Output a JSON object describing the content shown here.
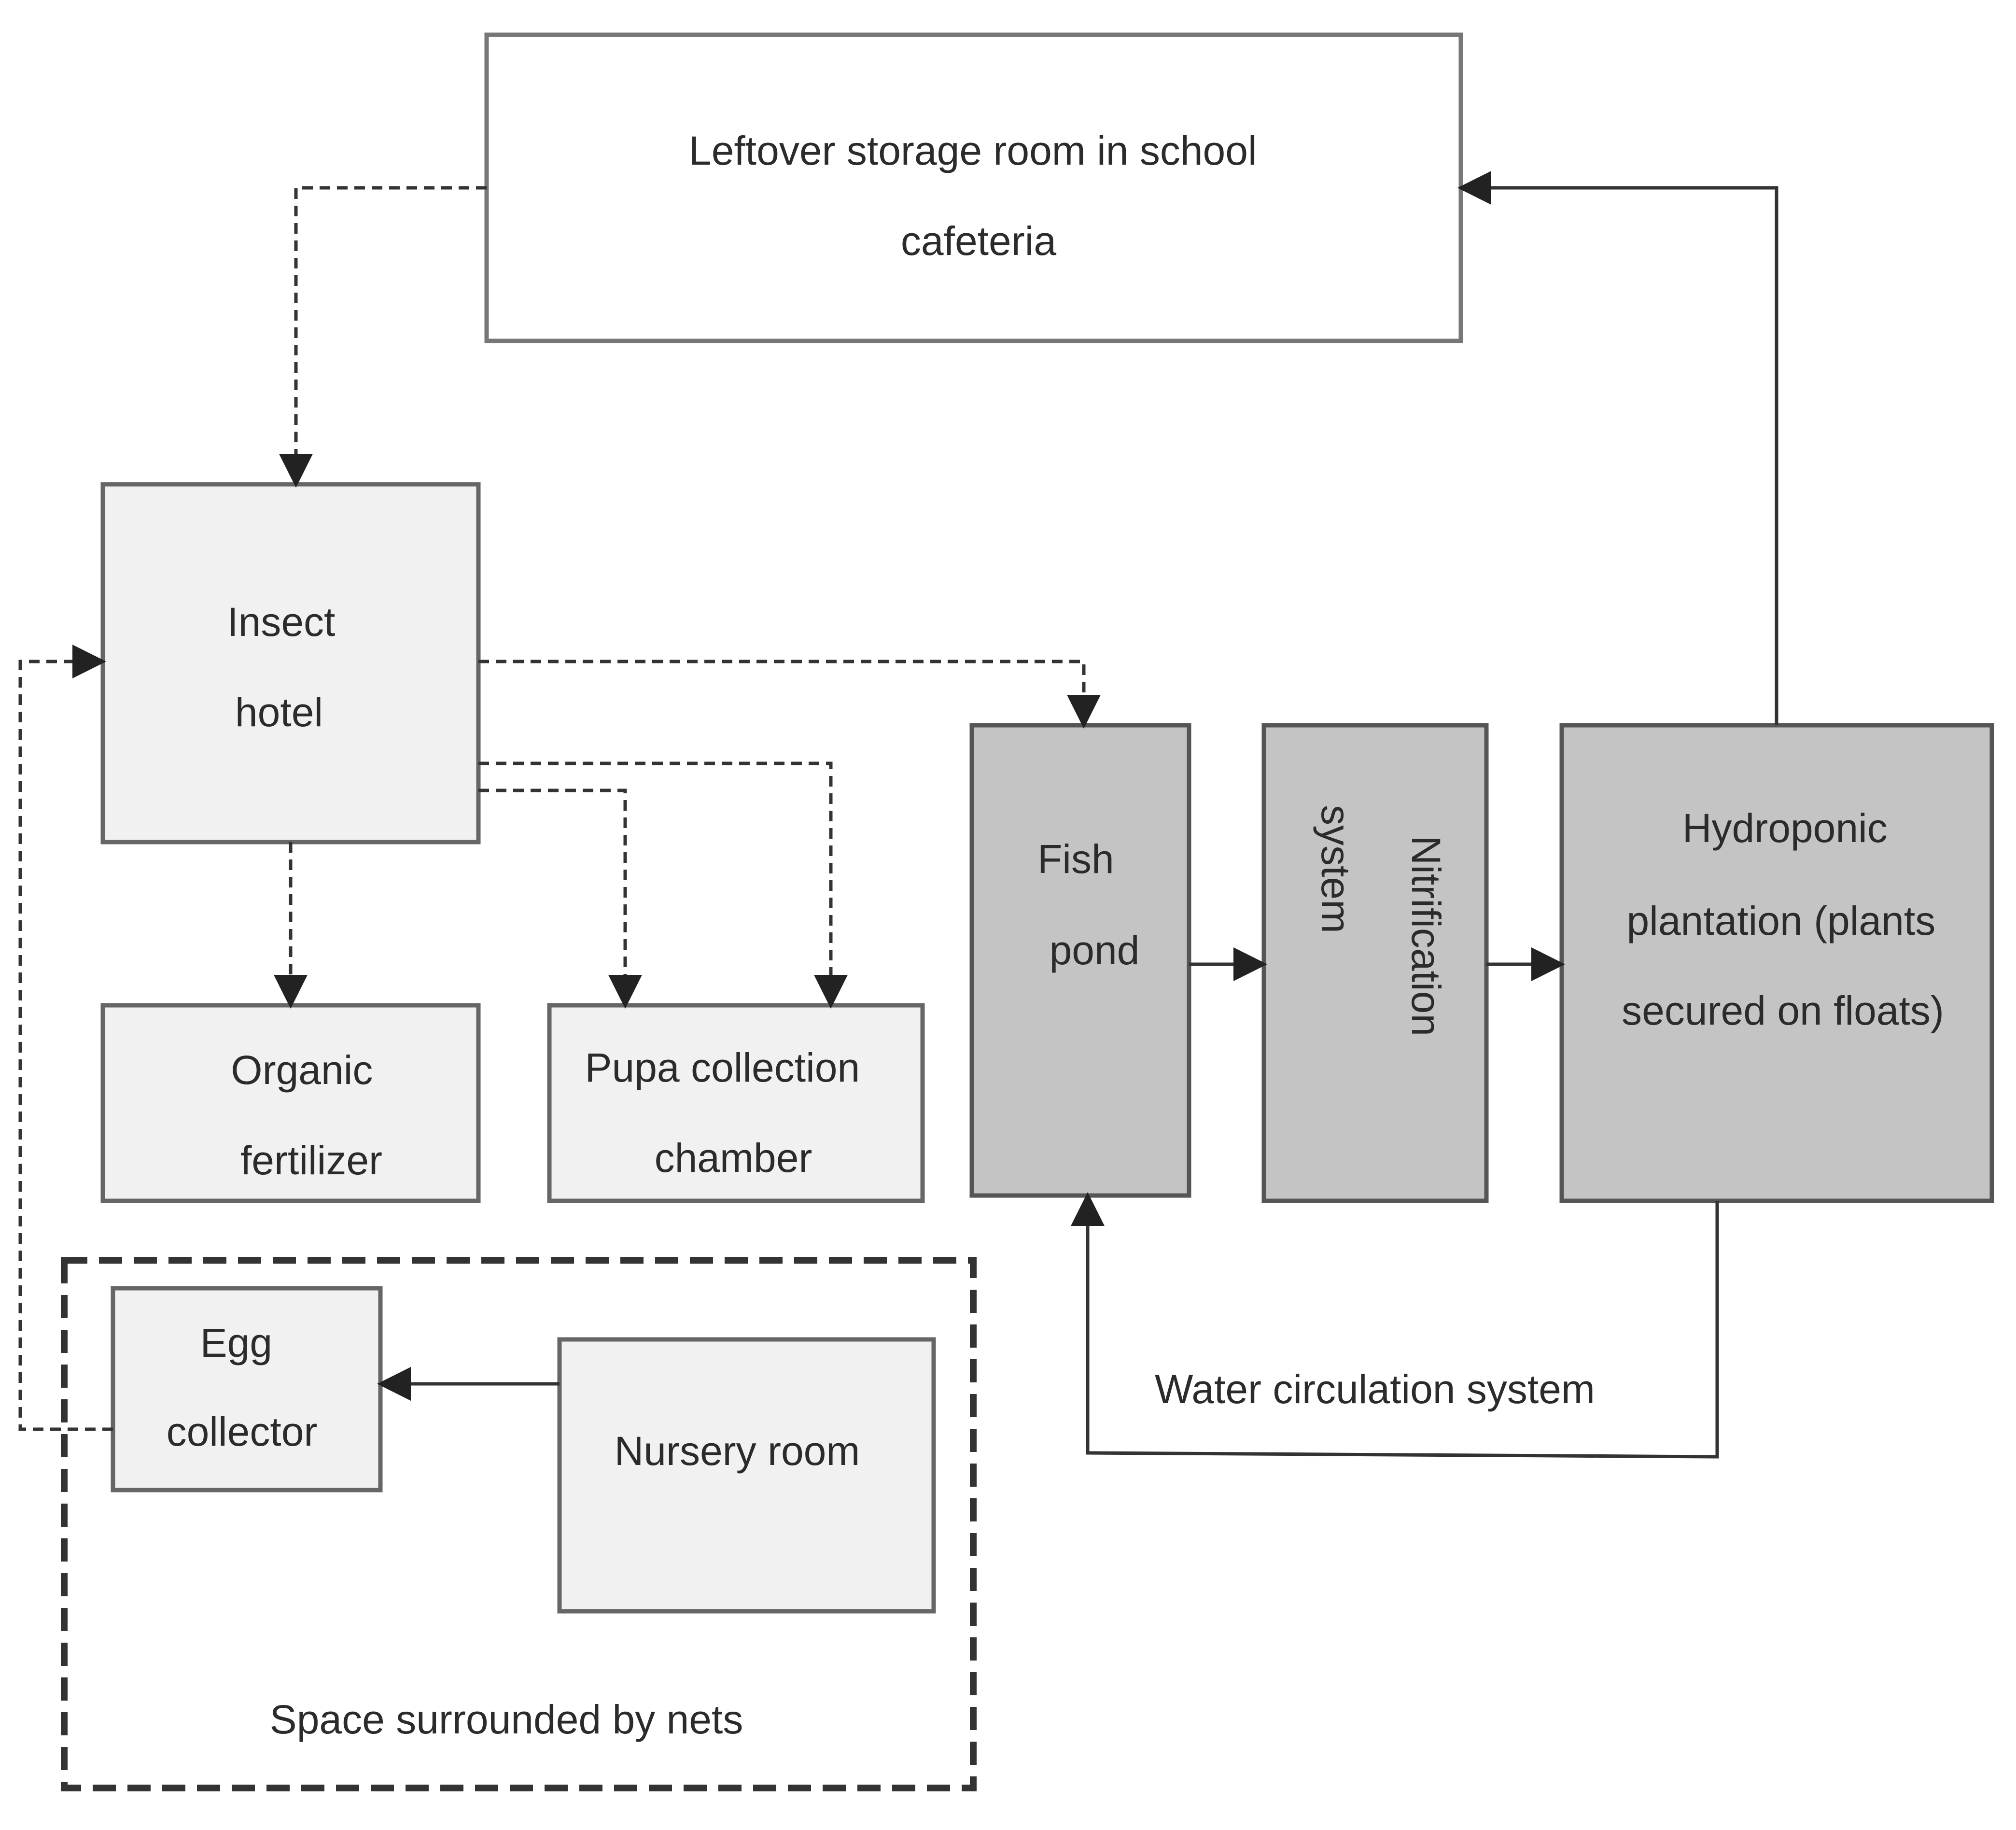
{
  "nodes": {
    "leftover_storage": {
      "lines": [
        "Leftover storage room in school",
        "cafeteria"
      ]
    },
    "insect_hotel": {
      "lines": [
        "Insect",
        "hotel"
      ]
    },
    "organic_fertilizer": {
      "lines": [
        "Organic",
        "fertilizer"
      ]
    },
    "pupa_chamber": {
      "lines": [
        "Pupa collection",
        "chamber"
      ]
    },
    "egg_collector": {
      "lines": [
        "Egg",
        "collector"
      ]
    },
    "nursery_room": {
      "lines": [
        "Nursery room"
      ]
    },
    "fish_pond": {
      "lines": [
        "Fish",
        "pond"
      ]
    },
    "nitrification": {
      "lines": [
        "Nitrification",
        "system"
      ]
    },
    "hydroponic": {
      "lines": [
        "Hydroponic",
        "plantation (plants",
        "secured on floats)"
      ]
    }
  },
  "labels": {
    "water_circulation": "Water circulation system",
    "net_space": "Space surrounded by nets"
  },
  "edges": [
    {
      "from": "leftover_storage",
      "to": "insect_hotel",
      "style": "dashed"
    },
    {
      "from": "insect_hotel",
      "to": "fish_pond",
      "style": "dashed"
    },
    {
      "from": "insect_hotel",
      "to": "organic_fertilizer",
      "style": "dashed"
    },
    {
      "from": "insect_hotel",
      "to": "pupa_chamber",
      "style": "dashed"
    },
    {
      "from": "insect_hotel",
      "to": "pupa_chamber",
      "style": "dashed"
    },
    {
      "from": "egg_collector",
      "to": "insect_hotel",
      "style": "dashed"
    },
    {
      "from": "nursery_room",
      "to": "egg_collector",
      "style": "solid"
    },
    {
      "from": "fish_pond",
      "to": "nitrification",
      "style": "solid"
    },
    {
      "from": "nitrification",
      "to": "hydroponic",
      "style": "solid"
    },
    {
      "from": "hydroponic",
      "to": "leftover_storage",
      "style": "solid"
    },
    {
      "from": "hydroponic",
      "to": "fish_pond",
      "style": "solid"
    }
  ]
}
